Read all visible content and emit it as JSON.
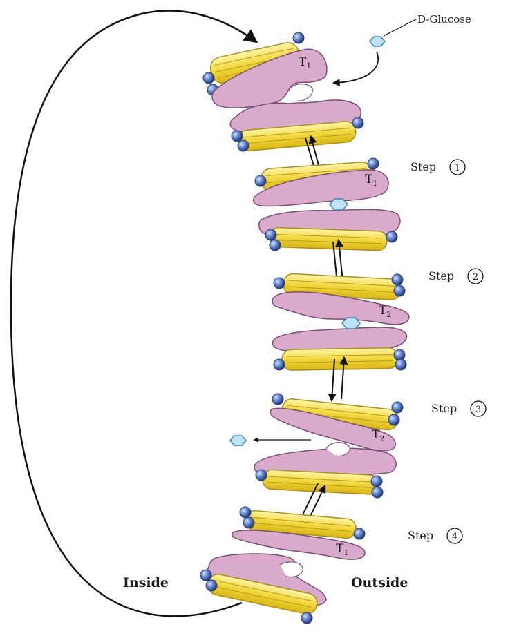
{
  "labels": {
    "glucose": "D-Glucose",
    "step1": "Step",
    "step1_num": "1",
    "step2": "Step",
    "step2_num": "2",
    "step3": "Step",
    "step3_num": "3",
    "step4": "Step",
    "step4_num": "4",
    "inside": "Inside",
    "outside": "Outside",
    "t1_a": "T",
    "t1_a_sub": "1",
    "t1_b": "T",
    "t1_b_sub": "1",
    "t2_a": "T",
    "t2_a_sub": "2",
    "t2_b": "T",
    "t2_b_sub": "2",
    "t1_c": "T",
    "t1_c_sub": "1"
  },
  "colors": {
    "protein_fill": "#d9aacb",
    "protein_stroke": "#7a4f78",
    "lipid_fill": "#f2dc4a",
    "lipid_stroke": "#a8901c",
    "bead_fill": "#5b7fc6",
    "bead_stroke": "#2b3f7a",
    "glucose_fill": "#bfe3f5",
    "glucose_stroke": "#3c84b0",
    "ink": "#111111"
  },
  "icons": {
    "glucose": "hexagon-molecule-icon",
    "cycle": "return-arrow-icon",
    "equilibrium": "double-arrow-icon"
  }
}
